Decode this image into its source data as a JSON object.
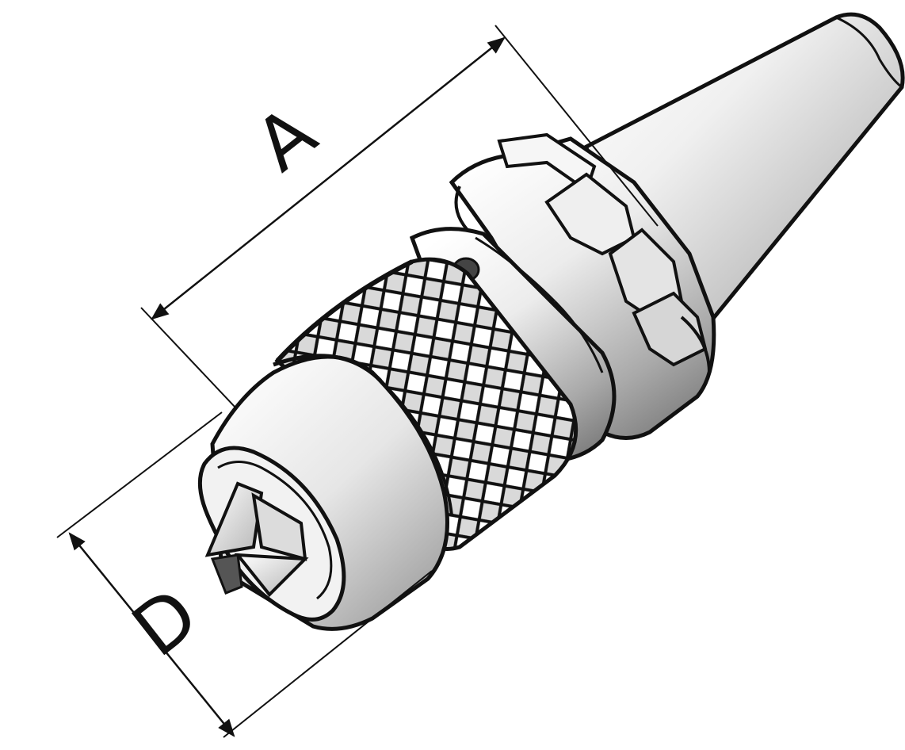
{
  "drawing": {
    "subject": "drill-chuck-with-taper-shank",
    "colors": {
      "outline": "#111111",
      "metal_light": "#f4f4f4",
      "metal_mid": "#cfcfcf",
      "metal_dark": "#8a8a8a",
      "background": "#ffffff"
    },
    "dimensions": [
      {
        "key": "length",
        "label": "A"
      },
      {
        "key": "diameter",
        "label": "D"
      }
    ]
  }
}
